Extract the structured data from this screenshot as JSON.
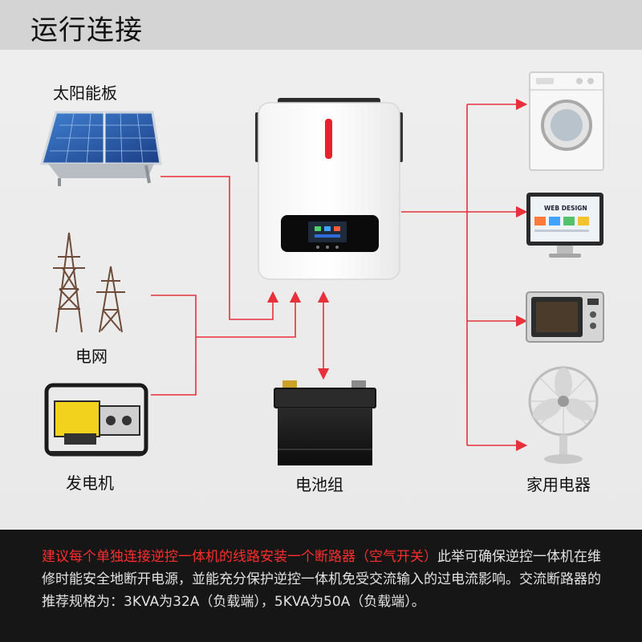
{
  "header": {
    "title": "运行连接"
  },
  "labels": {
    "solar": "太阳能板",
    "grid": "电网",
    "generator": "发电机",
    "battery": "电池组",
    "appliances": "家用电器",
    "monitor_screen": "WEB DESIGN"
  },
  "footer": {
    "highlight": "建议每个单独连接逆控一体机的线路安装一个断路器（空气开关）",
    "body": "此举可确保逆控一体机在维修时能安全地断开电源，並能充分保护逆控一体机免受交流输入的过电流影响。交流断路器的推荐规格为：3KVA为32A（负载端），5KVA为50A（负载端）。"
  },
  "colors": {
    "line": "#e8303a",
    "header_bg": "#d4d4d4",
    "footer_bg": "#161616"
  }
}
